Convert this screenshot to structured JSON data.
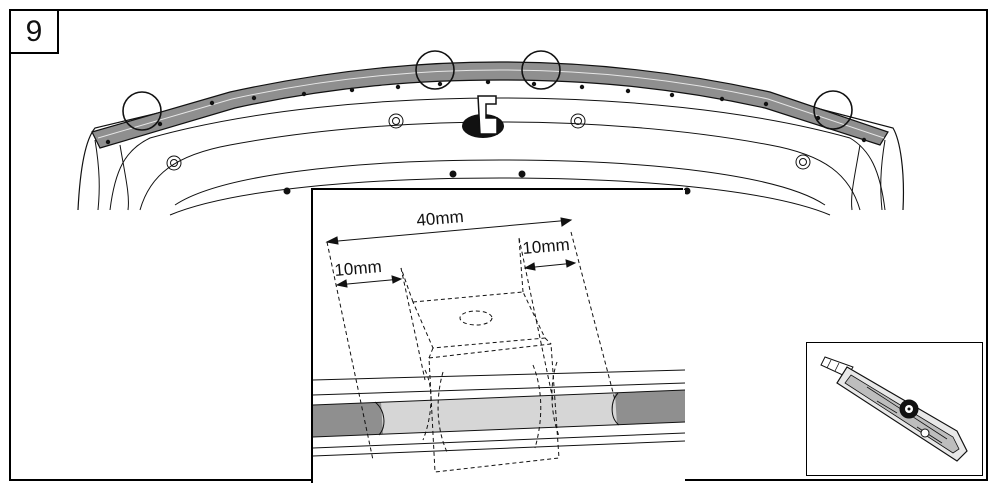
{
  "step": {
    "number": "9"
  },
  "detail": {
    "overall_dimension": "40mm",
    "left_dimension": "10mm",
    "right_dimension": "10mm"
  },
  "colors": {
    "tape": "#8f8f8f",
    "tape_light": "#d6d6d6",
    "line": "#111111"
  },
  "icons": {
    "tool": "utility-knife-icon"
  }
}
